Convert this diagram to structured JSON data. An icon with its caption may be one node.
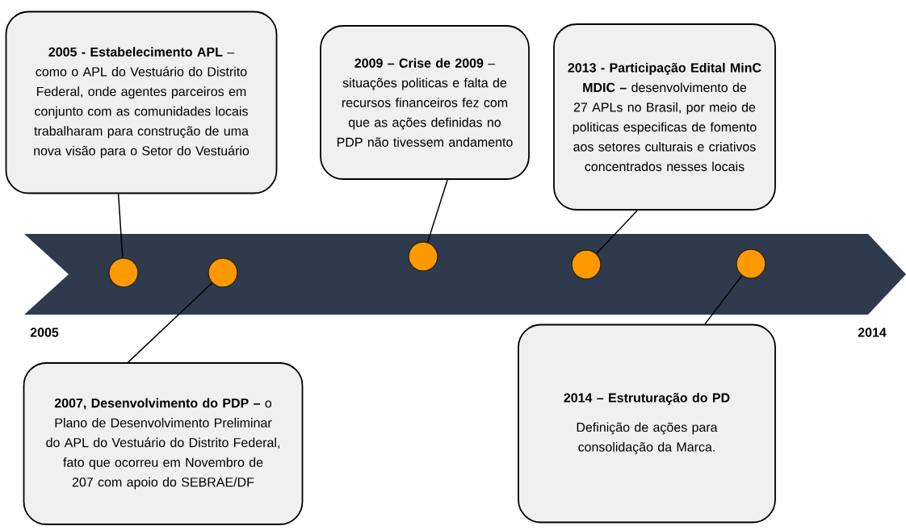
{
  "diagram": {
    "nodes": [
      {
        "text": [
          "**2005 - Estabelecimento APL** – como o APL do Vestuário do Distrito Federal, onde agentes parceiros em conjunto com as comunidades locais trabalharam para construção de uma nova visão para o Setor do Vestuário"
        ]
      },
      {
        "text": [
          "**2009 – Crise de 2009** – situações politicas e falta de recursos financeiros fez com que as ações definidas no PDP não tivessem andamento"
        ]
      },
      {
        "text": [
          "**2013 - Participação Edital MinC MDIC –** desenvolvimento de 27 APLs no Brasil, por meio de politicas especificas de fomento aos setores culturais e criativos concentrados nesses locais"
        ]
      },
      {
        "text": [],
        "shape": "circle"
      },
      {
        "text": [],
        "shape": "circle"
      },
      {
        "text": [],
        "shape": "circle"
      },
      {
        "text": [],
        "shape": "circle"
      },
      {
        "text": [],
        "shape": "circle"
      },
      {
        "text": [
          "**2007, Desenvolvimento do PDP –** o Plano de Desenvolvimento Preliminar do APL do Vestuário do Distrito Federal, fato que ocorreu em Novembro de 207 com apoio do SEBRAE/DF"
        ]
      },
      {
        "text": [
          "2014 – Estruturação do PD",
          "Definição de ações para consolidação da Marca."
        ]
      }
    ],
    "edges": [
      {
        "from": 0,
        "to": 3,
        "arrow": "none"
      },
      {
        "from": 8,
        "to": 4,
        "arrow": "none"
      },
      {
        "from": 1,
        "to": 5,
        "arrow": "none"
      },
      {
        "from": 2,
        "to": 6,
        "arrow": "none"
      },
      {
        "from": 9,
        "to": 7,
        "arrow": "none"
      }
    ],
    "labels": [
      "2005",
      "2014"
    ]
  }
}
